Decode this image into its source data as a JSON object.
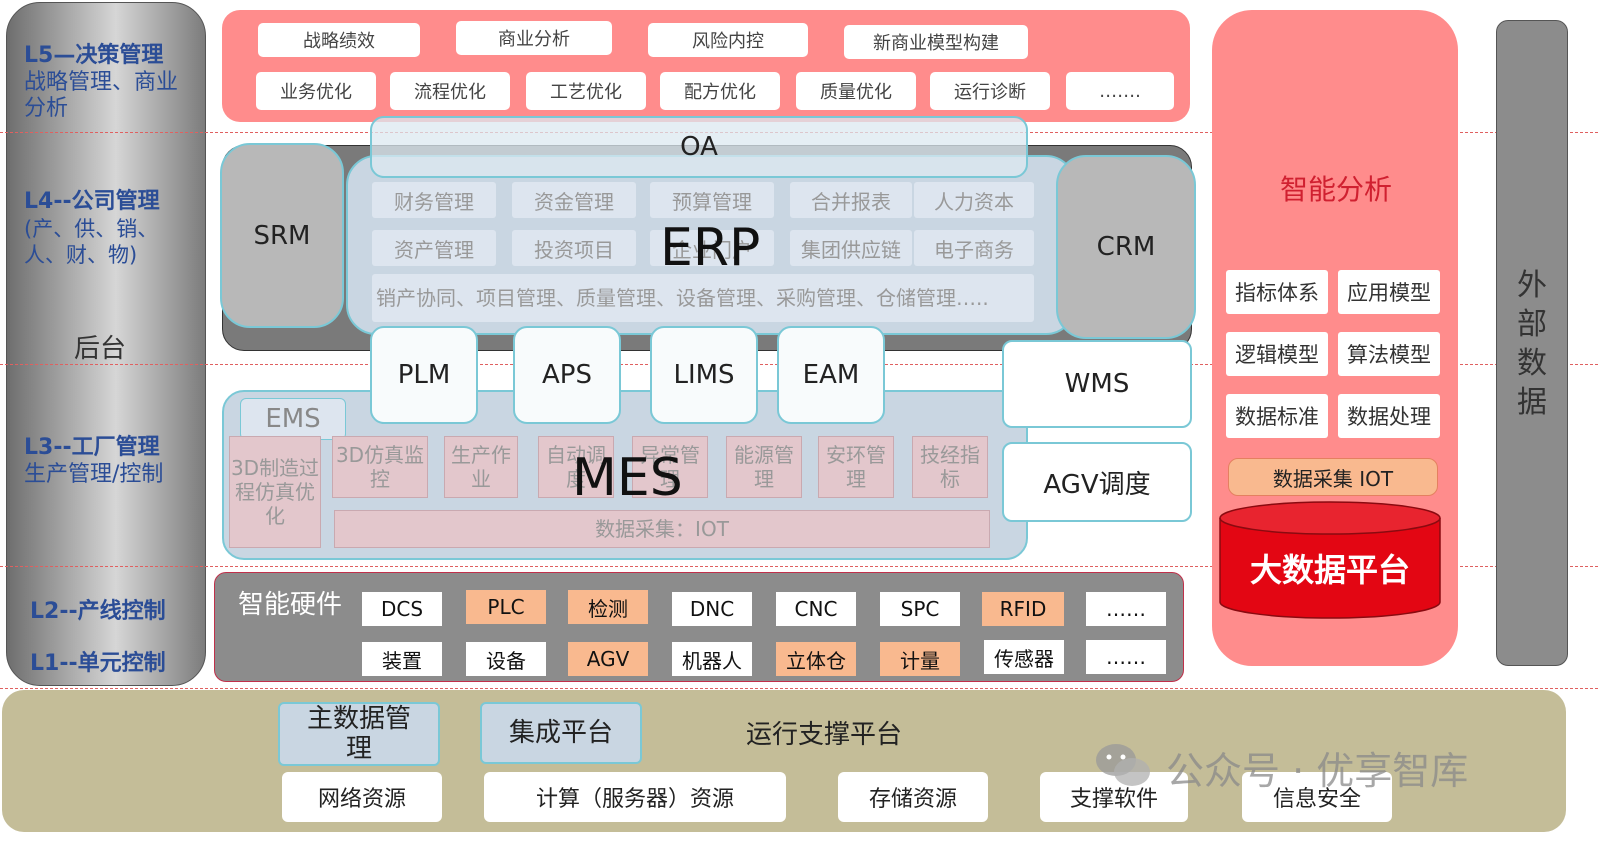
{
  "levels": {
    "l5_title": "L5—决策管理",
    "l5_sub": "战略管理、商业分析",
    "l4_title": "L4--公司管理",
    "l4_sub": "(产、供、销、人、财、物)",
    "backend": "后台",
    "l3_title": "L3--工厂管理",
    "l3_sub": "生产管理/控制",
    "l2_title": "L2--产线控制",
    "l1_title": "L1--单元控制"
  },
  "l5": {
    "row1": [
      "战略绩效",
      "商业分析",
      "风险内控",
      "新商业模型构建"
    ],
    "row2": [
      "业务优化",
      "流程优化",
      "工艺优化",
      "配方优化",
      "质量优化",
      "运行诊断",
      "……."
    ]
  },
  "l4": {
    "oa": "OA",
    "srm": "SRM",
    "crm": "CRM",
    "erp": "ERP",
    "erp_row1": [
      "财务管理",
      "资金管理",
      "预算管理",
      "合并报表",
      "人力资本"
    ],
    "erp_row2": [
      "资产管理",
      "投资项目",
      "企业门户",
      "集团供应链",
      "电子商务"
    ],
    "erp_row3": "销产协同、项目管理、质量管理、设备管理、采购管理、仓储管理….."
  },
  "l3": {
    "modules": [
      "PLM",
      "APS",
      "LIMS",
      "EAM"
    ],
    "wms": "WMS",
    "agv": "AGV调度",
    "ems": "EMS",
    "mes": "MES",
    "mes_items": [
      "3D制造过程仿真优化",
      "3D仿真监控",
      "生产作业",
      "自动调度",
      "异常管理",
      "能源管理",
      "安环管理",
      "技经指标"
    ],
    "mes_data": "数据采集：IOT"
  },
  "hw": {
    "title": "智能硬件",
    "row1": [
      {
        "label": "DCS",
        "tone": "white"
      },
      {
        "label": "PLC",
        "tone": "orange"
      },
      {
        "label": "检测",
        "tone": "orange"
      },
      {
        "label": "DNC",
        "tone": "white"
      },
      {
        "label": "CNC",
        "tone": "white"
      },
      {
        "label": "SPC",
        "tone": "white"
      },
      {
        "label": "RFID",
        "tone": "orange"
      },
      {
        "label": "……",
        "tone": "white"
      }
    ],
    "row2": [
      {
        "label": "装置",
        "tone": "white"
      },
      {
        "label": "设备",
        "tone": "white"
      },
      {
        "label": "AGV",
        "tone": "orange"
      },
      {
        "label": "机器人",
        "tone": "white"
      },
      {
        "label": "立体仓",
        "tone": "orange"
      },
      {
        "label": "计量",
        "tone": "orange"
      },
      {
        "label": "传感器",
        "tone": "white"
      },
      {
        "label": "……",
        "tone": "white"
      }
    ]
  },
  "intel": {
    "title": "智能分析",
    "items": [
      "指标体系",
      "应用模型",
      "逻辑模型",
      "算法模型",
      "数据标准",
      "数据处理"
    ],
    "iot": "数据采集 IOT",
    "bigdata": "大数据平台"
  },
  "external": "外部数据",
  "base": {
    "master_data": "主数据管理",
    "integration": "集成平台",
    "runtime": "运行支撑平台",
    "resources": [
      "网络资源",
      "计算（服务器）资源",
      "存储资源",
      "支撑软件",
      "信息安全"
    ]
  },
  "watermark": "公众号 · 优享智库",
  "colors": {
    "panel_red": "#ff8c8c",
    "accent_blue": "#2b4d96",
    "big_data_red": "#e30613",
    "teal_border": "#7ac8d6"
  }
}
